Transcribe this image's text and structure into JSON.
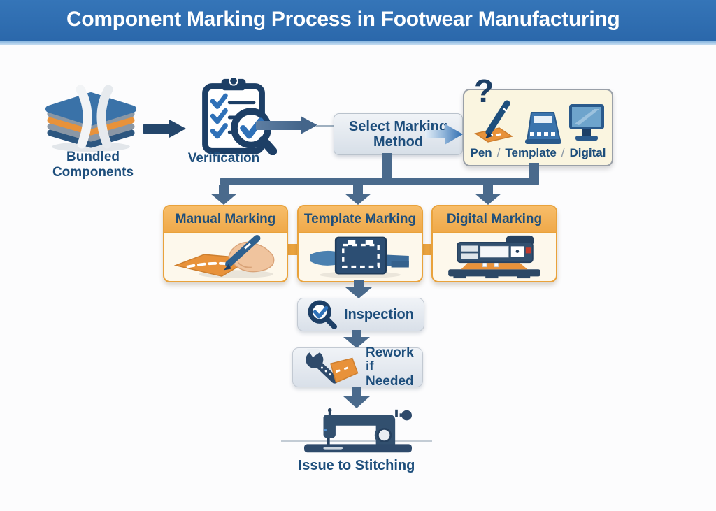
{
  "title": "Component Marking Process in Footwear Manufacturing",
  "flow": {
    "bundled_label": "Bundled Components",
    "verification_label": "Verification",
    "select_line1": "Select Marking",
    "select_line2": "Method",
    "question_mark": "?",
    "options": {
      "pen": "Pen",
      "template": "Template",
      "digital": "Digital",
      "separator": "/"
    },
    "branches": {
      "manual_label": "Manual Marking",
      "template_label": "Template Marking",
      "digital_label": "Digital Marking"
    },
    "inspection_label": "Inspection",
    "rework_line1": "Rework",
    "rework_line2": "if Needed",
    "stitching_label": "Issue to Stitching"
  },
  "icons": {
    "bundle": "fabric-bundle-icon",
    "verification": "clipboard-checklist-magnifier-icon",
    "pen": "marking-pen-icon",
    "template_device": "template-device-icon",
    "monitor": "computer-monitor-icon",
    "manual": "hand-with-pen-icon",
    "template": "template-stencil-icon",
    "digital": "digital-marking-machine-icon",
    "inspection": "magnifier-check-icon",
    "rework": "wrench-fabric-icon",
    "stitching": "sewing-machine-icon"
  },
  "colors": {
    "banner_blue": "#2e6cb0",
    "banner_strip": "#a6c9e8",
    "text_blue": "#1d4e7c",
    "arrow_navy": "#24466b",
    "arrow_slate": "#4a6a8c",
    "header_orange": "#f2ab4e",
    "border_orange": "#e9a23b",
    "cream_body": "#fdf8ec",
    "options_cream": "#faf5e0",
    "accent_orange": "#e8923a"
  }
}
